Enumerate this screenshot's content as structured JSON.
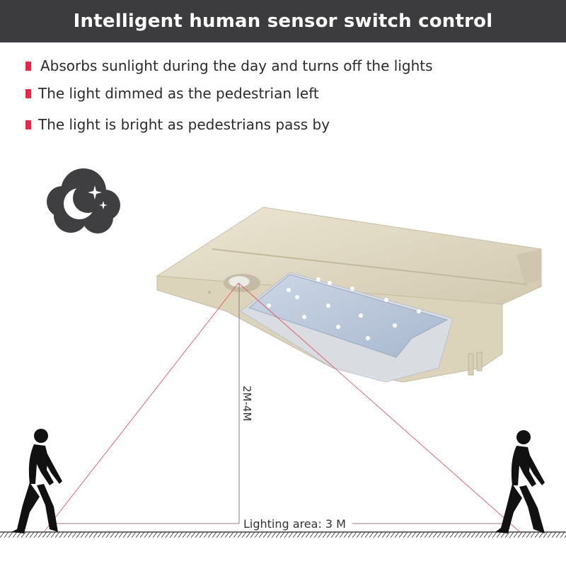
{
  "banner": {
    "title": "Intelligent human sensor switch control"
  },
  "features": [
    {
      "text": "Absorbs sunlight during the day and turns off the lights"
    },
    {
      "text": "The light dimmed as the pedestrian left"
    },
    {
      "text": "The light is bright as pedestrians pass by"
    }
  ],
  "diagram": {
    "height_label": "2M-4M",
    "area_label": "Lighting area: 3 M"
  },
  "icons": {
    "night": "cloud-moon-stars-icon",
    "person": "walking-person-icon"
  },
  "colors": {
    "banner_bg": "#3c3c3e",
    "bullet": "#e8284a",
    "beam": "#e24a5a",
    "lamp_body": "#ddd5bf",
    "panel": "#b9c7dc"
  }
}
